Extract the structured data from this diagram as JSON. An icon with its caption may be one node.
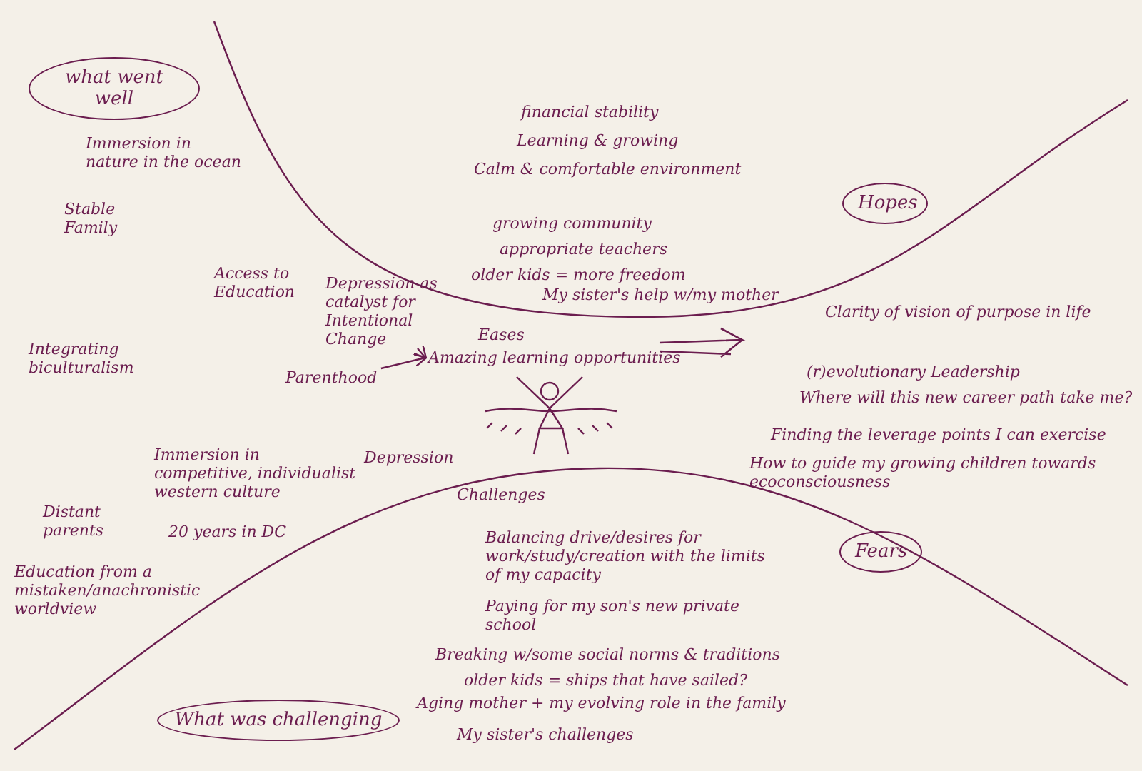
{
  "diagram": {
    "nodes": [
      {
        "text": [
          "what went well"
        ]
      },
      {
        "text": [
          "What was challenging"
        ]
      },
      {
        "text": [
          "Hopes"
        ]
      },
      {
        "text": [
          "Fears"
        ]
      },
      {
        "text": [
          "Depression as catalyst for Intentional Change"
        ]
      },
      {
        "text": [
          "Parenthood"
        ]
      },
      {
        "text": [
          "Amazing learning opportunities"
        ]
      }
    ],
    "edges": [
      {
        "from": 4,
        "to": 6,
        "arrow": "to"
      },
      {
        "from": 5,
        "to": 6,
        "arrow": "to"
      }
    ],
    "labels": [
      "financial stability",
      "Learning & growing",
      "Calm & comfortable environment",
      "growing community",
      "appropriate teachers",
      "older kids = more freedom",
      "My sister's help w/my mother",
      "Eases",
      "Clarity of vision of purpose in life",
      "Stable Family",
      "Immersion in nature in the ocean",
      "Access to Education",
      "Integrating biculturalism",
      "(r)evolutionary Leadership",
      "Where will this new career path take me?",
      "Finding the leverage points I can exercise",
      "How to guide my growing children towards ecoconsciousness",
      "Immersion in competitive, individualist western culture",
      "20 years in DC",
      "Depression",
      "Distant parents",
      "Education from a mistaken/anachronistic worldview",
      "Challenges",
      "Balancing drive/desires for work/study/creation with the limits of my capacity",
      "Paying for my son's new private school",
      "Breaking w/some social norms & traditions",
      "older kids = ships that have sailed?",
      "Aging mother + my evolving role in the family",
      "My sister's challenges"
    ]
  }
}
